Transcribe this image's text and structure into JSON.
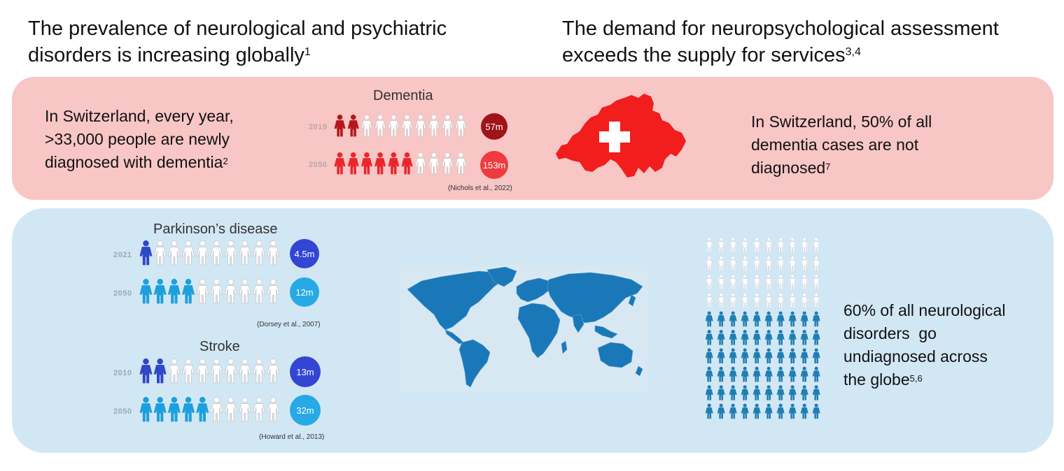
{
  "headlines": {
    "left": {
      "line1": "The prevalence of neurological and psychiatric",
      "line2": "disorders is increasing globally",
      "ref": "1"
    },
    "right": {
      "line1": "The demand for neuropsychological assessment",
      "line2": "exceeds the supply for services",
      "ref": "3,4"
    }
  },
  "dementia": {
    "fact": {
      "line1": "In Switzerland, every year,",
      "line2": ">33,000 people are newly",
      "line3": "diagnosed with dementia",
      "ref": "2"
    },
    "chart_title": "Dementia",
    "rows": [
      {
        "year": "2019",
        "filled": 2,
        "total": 10,
        "label": "57m",
        "color": "#b3171b",
        "circle_color": "#9e1418"
      },
      {
        "year": "2050",
        "filled": 6,
        "total": 10,
        "label": "153m",
        "color": "#e8262c",
        "circle_color": "#ef3b3f"
      }
    ],
    "citation": "(Nichols et al., 2022)",
    "undiagnosed": {
      "line1": "In Switzerland, 50% of all",
      "line2": "dementia cases are not",
      "line3": "diagnosed",
      "ref": "7"
    },
    "map_icon": "switzerland-flag-map-icon"
  },
  "parkinsons": {
    "chart_title": "Parkinson’s disease",
    "rows": [
      {
        "year": "2021",
        "filled": 1,
        "total": 10,
        "label": "4.5m",
        "color": "#2f47c9",
        "circle_color": "#3346d3"
      },
      {
        "year": "2050",
        "filled": 4,
        "total": 10,
        "label": "12m",
        "color": "#1e9fdd",
        "circle_color": "#27a9e6"
      }
    ],
    "citation": "(Dorsey et al., 2007)"
  },
  "stroke": {
    "chart_title": "Stroke",
    "rows": [
      {
        "year": "2010",
        "filled": 2,
        "total": 10,
        "label": "13m",
        "color": "#2f47c9",
        "circle_color": "#3346d3"
      },
      {
        "year": "2050",
        "filled": 5,
        "total": 10,
        "label": "32m",
        "color": "#1e9fdd",
        "circle_color": "#27a9e6"
      }
    ],
    "citation": "(Howard et al., 2013)"
  },
  "global": {
    "map_icon": "world-map-icon",
    "grid": {
      "rows": 10,
      "cols": 10,
      "undiagnosed_fraction": 0.6,
      "color": "#1e7db3"
    },
    "fact": {
      "line1": "60% of all neurological",
      "line2": "disorders  go",
      "line3": "undiagnosed across",
      "line4": "the globe",
      "ref": "5,6"
    }
  }
}
